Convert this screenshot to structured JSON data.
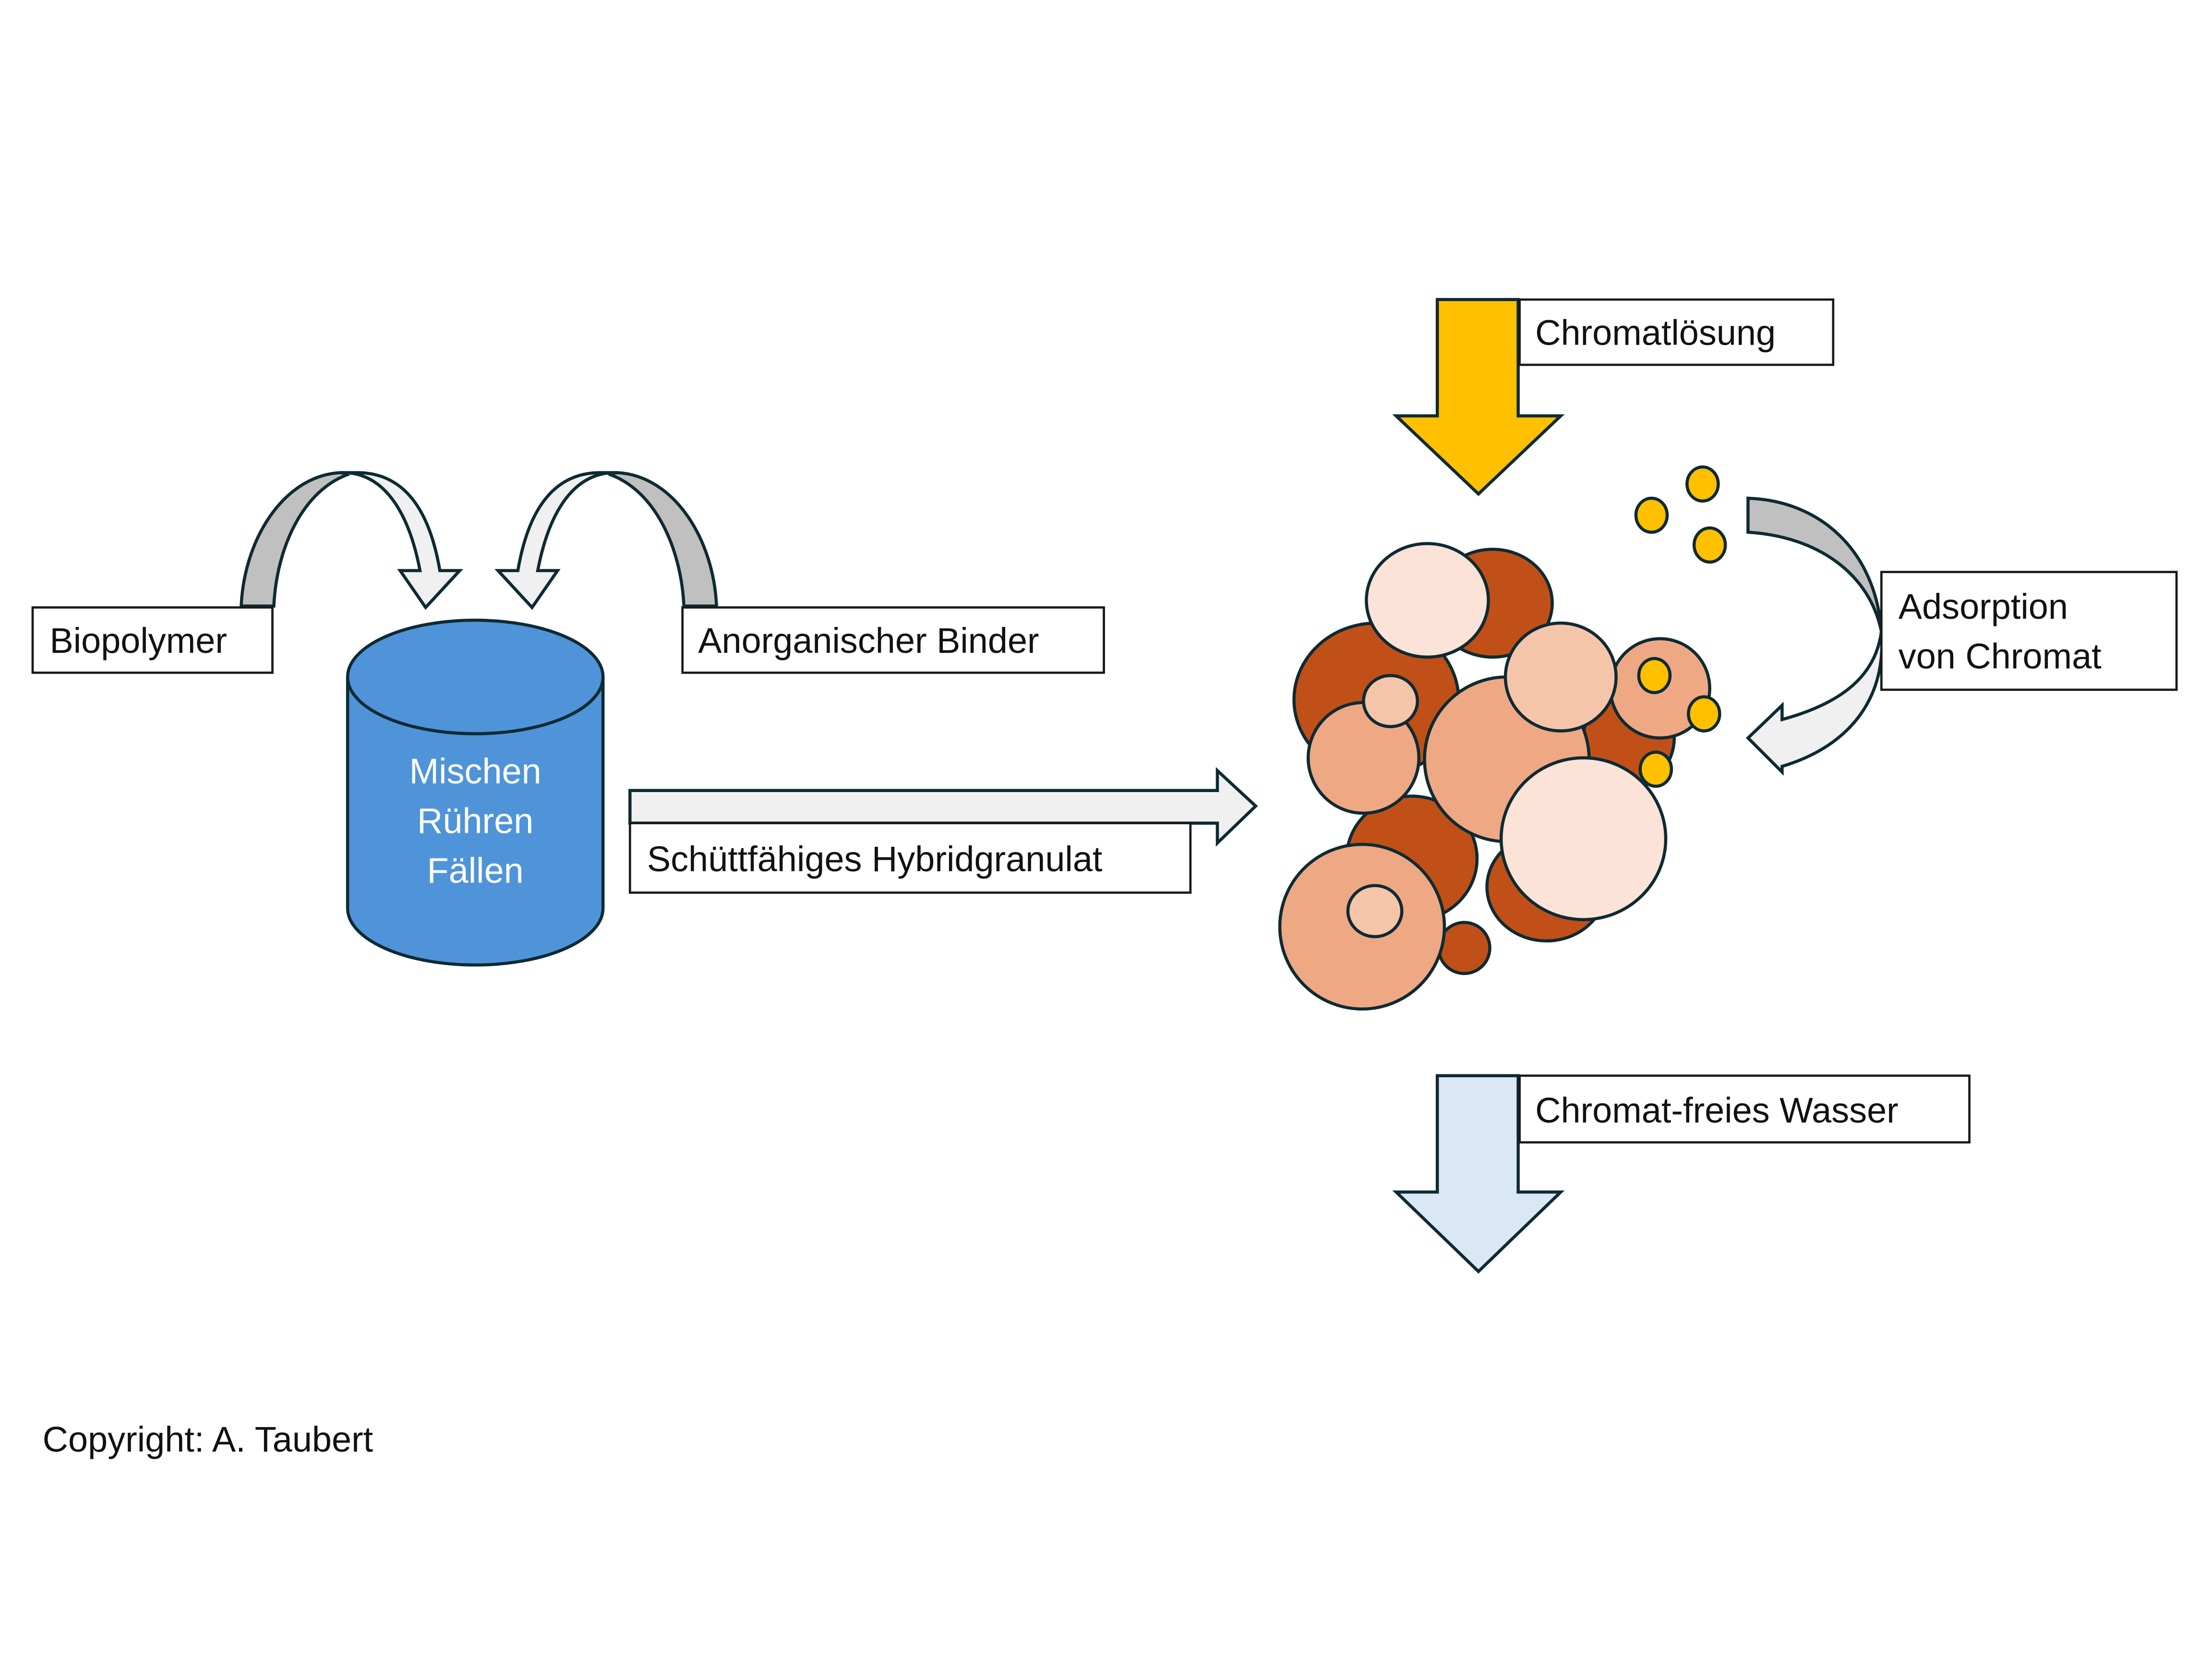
{
  "diagram": {
    "labels": {
      "biopolymer": "Biopolymer",
      "binder": "Anorganischer Binder",
      "granulate": "Schüttfähiges Hybridgranulat",
      "chromate_solution": "Chromatlösung",
      "adsorption_line1": "Adsorption",
      "adsorption_line2": "von Chromat",
      "clean_water": "Chromat-freies Wasser"
    },
    "mixer_steps": [
      "Mischen",
      "Rühren",
      "Fällen"
    ],
    "copyright": "Copyright: A. Taubert",
    "colors": {
      "mixer_blue": "#4f94d8",
      "chromate_yellow": "#ffc000",
      "clean_water_blue": "#dae8f5",
      "arrow_light": "#f0f0f0",
      "arrow_shade": "#c0c0c0",
      "particle_dark": "#c05017",
      "particle_mid": "#efa884",
      "particle_light": "#f5c5aa",
      "particle_pale": "#fbe3d7",
      "outline": "#0e2a33"
    }
  }
}
